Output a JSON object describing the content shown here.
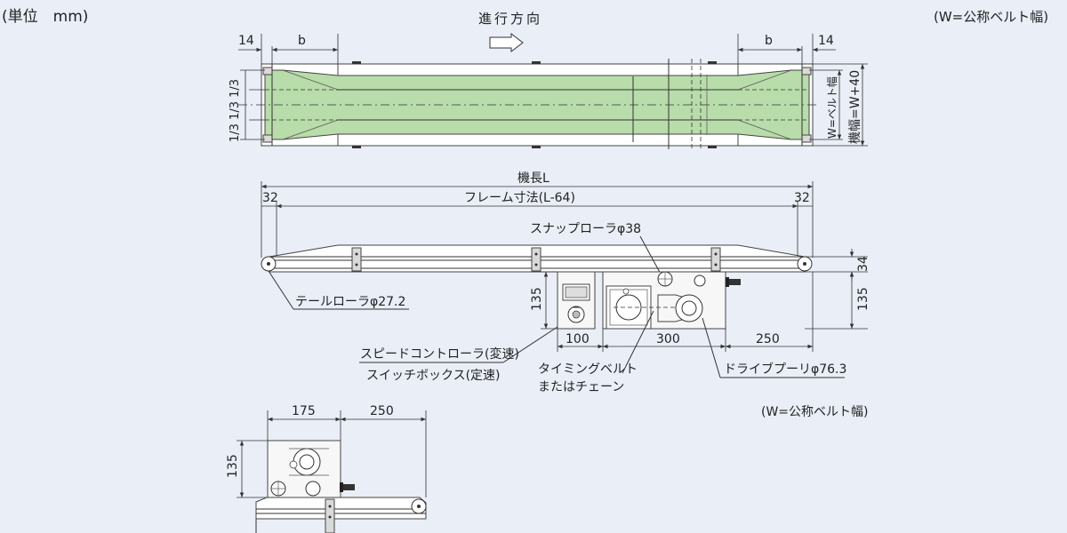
{
  "unit_label": "(単位　mm)",
  "note_belt_width_top": "(W=公称ベルト幅)",
  "note_belt_width_mid": "(W=公称ベルト幅)",
  "direction_label": "進行方向",
  "top_view": {
    "dim_left_14": "14",
    "dim_left_b": "b",
    "dim_right_b": "b",
    "dim_right_14": "14",
    "dim_left_vertical": "1/3 1/3 1/3",
    "dim_right_w": "W=ベルト幅",
    "dim_right_machine_width": "機幅=W+40"
  },
  "side_view": {
    "machine_length": "機長L",
    "frame_dimension": "フレーム寸法(L-64)",
    "dim_32_left": "32",
    "dim_32_right": "32",
    "snap_roller": "スナップローラφ38",
    "tail_roller": "テールローラφ27.2",
    "dim_34": "34",
    "dim_135_left": "135",
    "dim_135_right": "135",
    "dim_100": "100",
    "dim_300": "300",
    "dim_250": "250",
    "speed_controller": "スピードコントローラ(変速)",
    "switch_box": "スイッチボックス(定速)",
    "timing_belt": "タイミングベルト",
    "or_chain": "またはチェーン",
    "drive_pulley": "ドライブプーリφ76.3"
  },
  "bottom_view": {
    "dim_175": "175",
    "dim_250": "250",
    "dim_135": "135"
  }
}
